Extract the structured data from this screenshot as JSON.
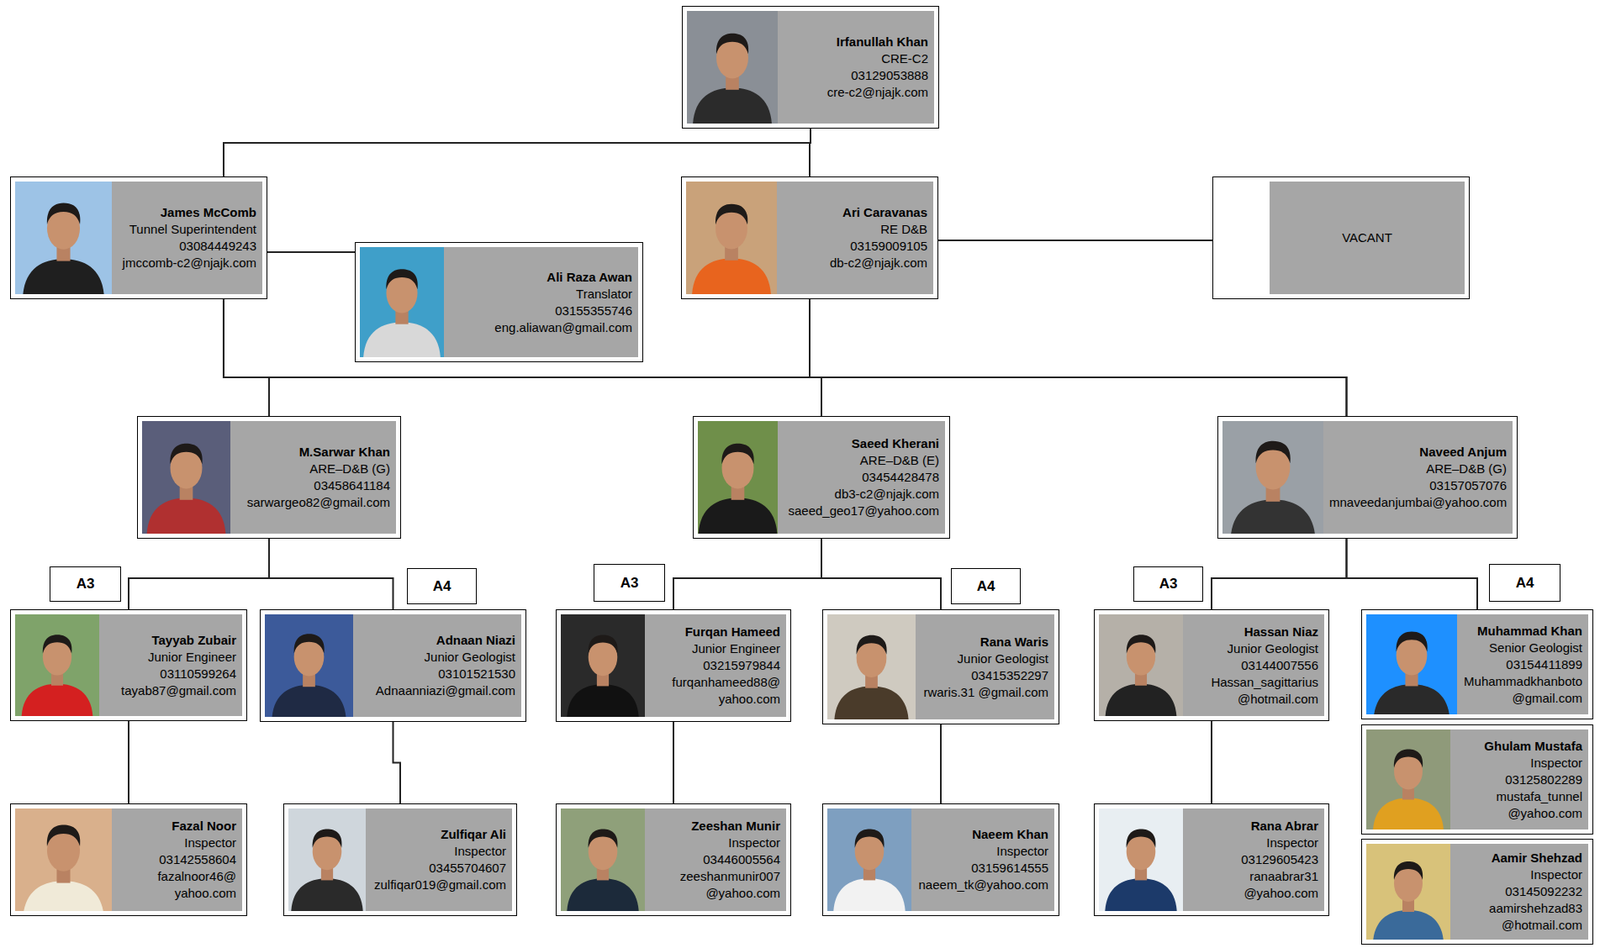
{
  "diagram": {
    "nodes": [
      {
        "text": [
          "Irfanullah Khan",
          "CRE-C2",
          "03129053888",
          "cre-c2@njajk.com"
        ]
      },
      {
        "text": [
          "James McComb",
          "Tunnel Superintendent",
          "03084449243",
          "jmccomb-c2@njajk.com"
        ]
      },
      {
        "text": [
          "Ari Caravanas",
          "RE D&B",
          "03159009105",
          "db-c2@njajk.com"
        ]
      },
      {
        "text": [
          "VACANT"
        ]
      },
      {
        "text": [
          "Ali Raza Awan",
          "Translator",
          "03155355746",
          "eng.aliawan@gmail.com"
        ]
      },
      {
        "text": [
          "M.Sarwar Khan",
          "ARE–D&B (G)",
          "03458641184",
          "sarwargeo82@gmail.com"
        ]
      },
      {
        "text": [
          "Saeed Kherani",
          "ARE–D&B (E)",
          "03454428478",
          "db3-c2@njajk.com",
          "saeed_geo17@yahoo.com"
        ]
      },
      {
        "text": [
          "Naveed Anjum",
          "ARE–D&B (G)",
          "03157057076",
          "mnaveedanjumbai@yahoo.com"
        ]
      },
      {
        "text": [
          "A3"
        ]
      },
      {
        "text": [
          "A4"
        ]
      },
      {
        "text": [
          "A3"
        ]
      },
      {
        "text": [
          "A4"
        ]
      },
      {
        "text": [
          "A3"
        ]
      },
      {
        "text": [
          "A4"
        ]
      },
      {
        "text": [
          "Tayyab Zubair",
          "Junior Engineer",
          "03110599264",
          "tayab87@gmail.com"
        ]
      },
      {
        "text": [
          "Adnaan Niazi",
          "Junior Geologist",
          "03101521530",
          "Adnaanniazi@gmail.com"
        ]
      },
      {
        "text": [
          "Furqan Hameed",
          "Junior Engineer",
          "03215979844",
          "furqanhameed88@ yahoo.com"
        ]
      },
      {
        "text": [
          "Rana Waris",
          "Junior Geologist",
          "03415352297",
          "rwaris.31 @gmail.com"
        ]
      },
      {
        "text": [
          "Hassan Niaz",
          "Junior Geologist",
          "03144007556",
          "Hassan_sagittarius @hotmail.com"
        ]
      },
      {
        "text": [
          "Muhammad Khan",
          "Senior Geologist",
          "03154411899",
          "Muhammadkhanboto @gmail.com"
        ]
      },
      {
        "text": [
          "Ghulam Mustafa",
          "Inspector",
          "03125802289",
          "mustafa_tunnel @yahoo.com"
        ]
      },
      {
        "text": [
          "Fazal Noor",
          "Inspector",
          "03142558604",
          "fazalnoor46@ yahoo.com"
        ]
      },
      {
        "text": [
          "Zulfiqar Ali",
          "Inspector",
          "03455704607",
          "zulfiqar019@gmail.com"
        ]
      },
      {
        "text": [
          "Zeeshan Munir",
          "Inspector",
          "03446005564",
          "zeeshanmunir007 @yahoo.com"
        ]
      },
      {
        "text": [
          "Naeem Khan",
          "Inspector",
          "03159614555",
          "naeem_tk@yahoo.com"
        ]
      },
      {
        "text": [
          "Rana Abrar",
          "Inspector",
          "03129605423",
          "ranaabrar31 @yahoo.com"
        ]
      },
      {
        "text": [
          "Aamir Shehzad",
          "Inspector",
          "03145092232",
          "aamirshehzad83 @hotmail.com"
        ]
      }
    ],
    "edges": [
      {
        "from": 0,
        "to": 1,
        "arrow": "none"
      },
      {
        "from": 0,
        "to": 2,
        "arrow": "none"
      },
      {
        "from": 1,
        "to": 4,
        "arrow": "none"
      },
      {
        "from": 2,
        "to": 3,
        "arrow": "none"
      },
      {
        "from": 1,
        "to": 5,
        "arrow": "none"
      },
      {
        "from": 1,
        "to": 6,
        "arrow": "none"
      },
      {
        "from": 1,
        "to": 7,
        "arrow": "none"
      },
      {
        "from": 2,
        "to": 5,
        "arrow": "none"
      },
      {
        "from": 2,
        "to": 6,
        "arrow": "none"
      },
      {
        "from": 2,
        "to": 7,
        "arrow": "none"
      },
      {
        "from": 5,
        "to": 14,
        "arrow": "none"
      },
      {
        "from": 5,
        "to": 15,
        "arrow": "none"
      },
      {
        "from": 6,
        "to": 16,
        "arrow": "none"
      },
      {
        "from": 6,
        "to": 17,
        "arrow": "none"
      },
      {
        "from": 7,
        "to": 18,
        "arrow": "none"
      },
      {
        "from": 7,
        "to": 19,
        "arrow": "none"
      },
      {
        "from": 14,
        "to": 21,
        "arrow": "none"
      },
      {
        "from": 15,
        "to": 22,
        "arrow": "none"
      },
      {
        "from": 16,
        "to": 23,
        "arrow": "none"
      },
      {
        "from": 17,
        "to": 24,
        "arrow": "none"
      },
      {
        "from": 18,
        "to": 25,
        "arrow": "none"
      }
    ]
  }
}
